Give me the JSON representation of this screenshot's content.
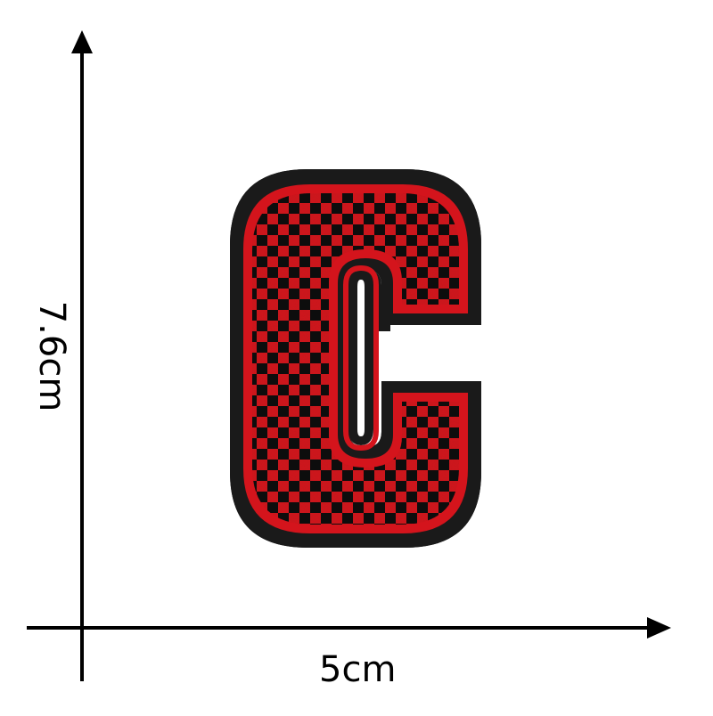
{
  "product": {
    "letter": "C",
    "colors": {
      "background": "#ffffff",
      "felt_border": "#1a1a1a",
      "thread_red": "#d4141c",
      "thread_black": "#0e0e0e",
      "axis": "#000000"
    }
  },
  "dimensions": {
    "width_label": "5cm",
    "height_label": "7.6cm"
  }
}
